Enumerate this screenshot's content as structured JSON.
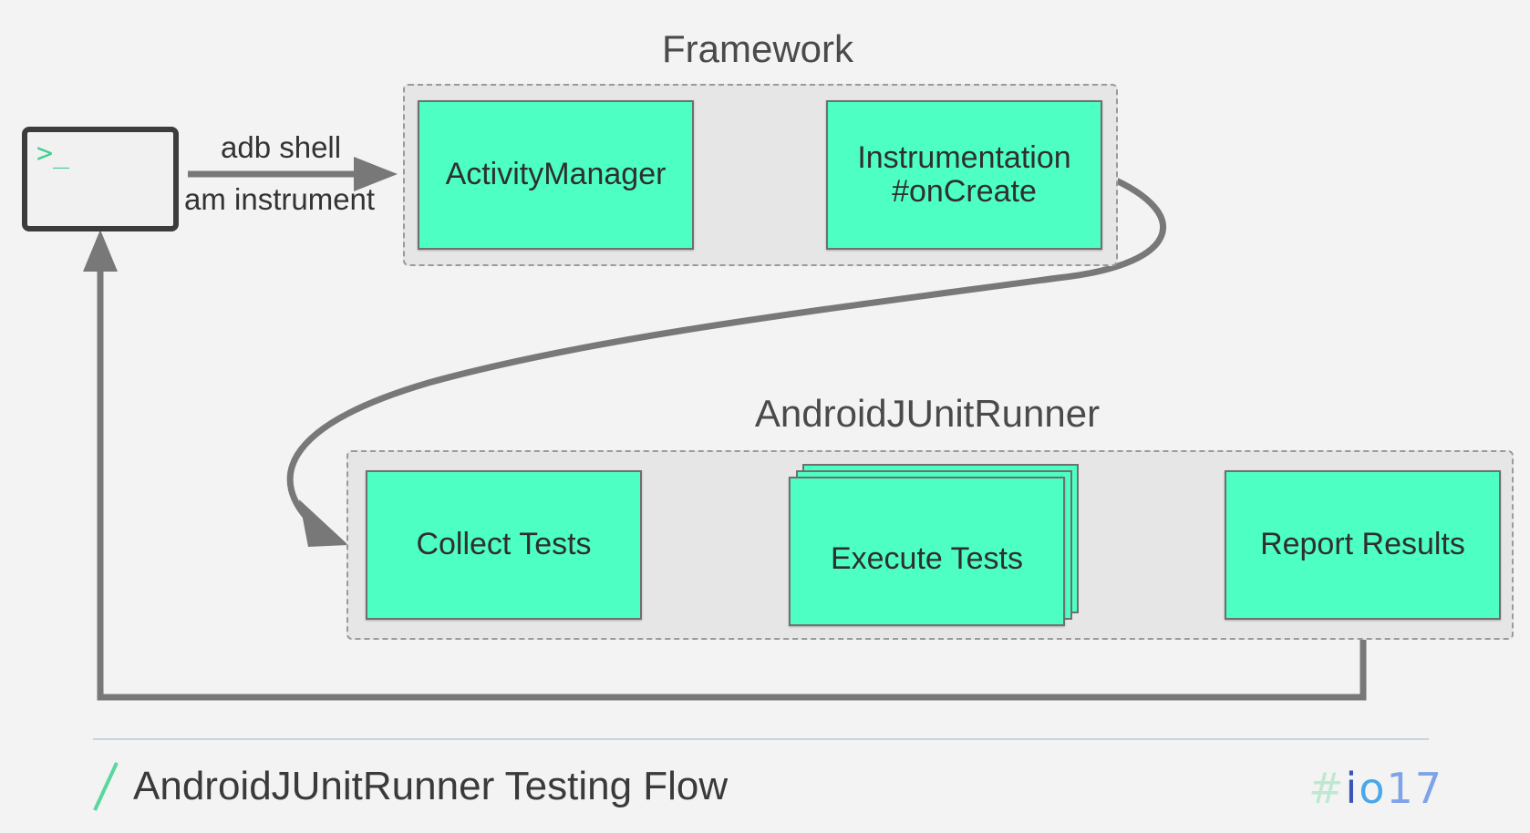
{
  "diagram": {
    "terminal_prompt": ">_",
    "edge_label_top": "adb shell",
    "edge_label_bottom": "am instrument",
    "framework": {
      "title": "Framework",
      "nodes": [
        {
          "label": "ActivityManager"
        },
        {
          "label": "Instrumentation\n#onCreate"
        }
      ]
    },
    "runner": {
      "title": "AndroidJUnitRunner",
      "nodes": [
        {
          "label": "Collect Tests"
        },
        {
          "label": "Execute Tests"
        },
        {
          "label": "Report Results"
        }
      ]
    }
  },
  "footer": {
    "title": "AndroidJUnitRunner Testing Flow",
    "tag_hash": "#",
    "tag_i": "i",
    "tag_o": "o",
    "tag_num": "17"
  },
  "colors": {
    "background": "#f3f3f3",
    "node_fill": "#4dffc3",
    "group_fill": "#e6e6e6",
    "arrow": "#787878",
    "text": "#333333"
  }
}
